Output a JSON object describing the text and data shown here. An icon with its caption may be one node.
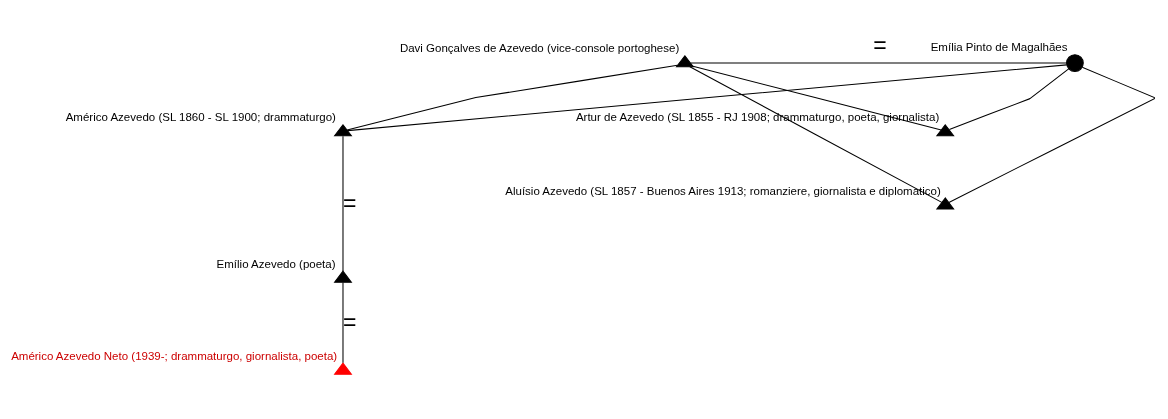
{
  "diagram": {
    "nodes": [
      {
        "text": [
          "Davi Gonçalves de Azevedo (vice-console portoghese)"
        ]
      },
      {
        "text": [
          "Emília Pinto de Magalhães"
        ]
      },
      {
        "text": [
          "Artur de Azevedo (SL 1855 - RJ 1908; drammaturgo, poeta, giornalista)"
        ]
      },
      {
        "text": [
          "Aluísio Azevedo (SL 1857 - Buenos Aires 1913; romanziere, giornalista e diplomatico)"
        ]
      },
      {
        "text": [
          "Américo Azevedo (SL 1860 - SL 1900; drammaturgo)"
        ]
      },
      {
        "text": [
          "Emílio Azevedo (poeta)"
        ]
      },
      {
        "text": [
          "Américo Azevedo Neto (1939-; drammaturgo, giornalista, poeta)"
        ]
      }
    ],
    "edges": [
      {
        "from": 0,
        "to": 1,
        "arrow": "none",
        "label": "="
      },
      {
        "from": 0,
        "to": 2,
        "arrow": "none"
      },
      {
        "from": 0,
        "to": 3,
        "arrow": "none"
      },
      {
        "from": 0,
        "to": 4,
        "arrow": "none"
      },
      {
        "from": 1,
        "to": 2,
        "arrow": "none"
      },
      {
        "from": 1,
        "to": 3,
        "arrow": "none"
      },
      {
        "from": 1,
        "to": 4,
        "arrow": "none"
      },
      {
        "from": 4,
        "to": 5,
        "arrow": "none",
        "label": "="
      },
      {
        "from": 5,
        "to": 6,
        "arrow": "none",
        "label": "="
      }
    ]
  }
}
